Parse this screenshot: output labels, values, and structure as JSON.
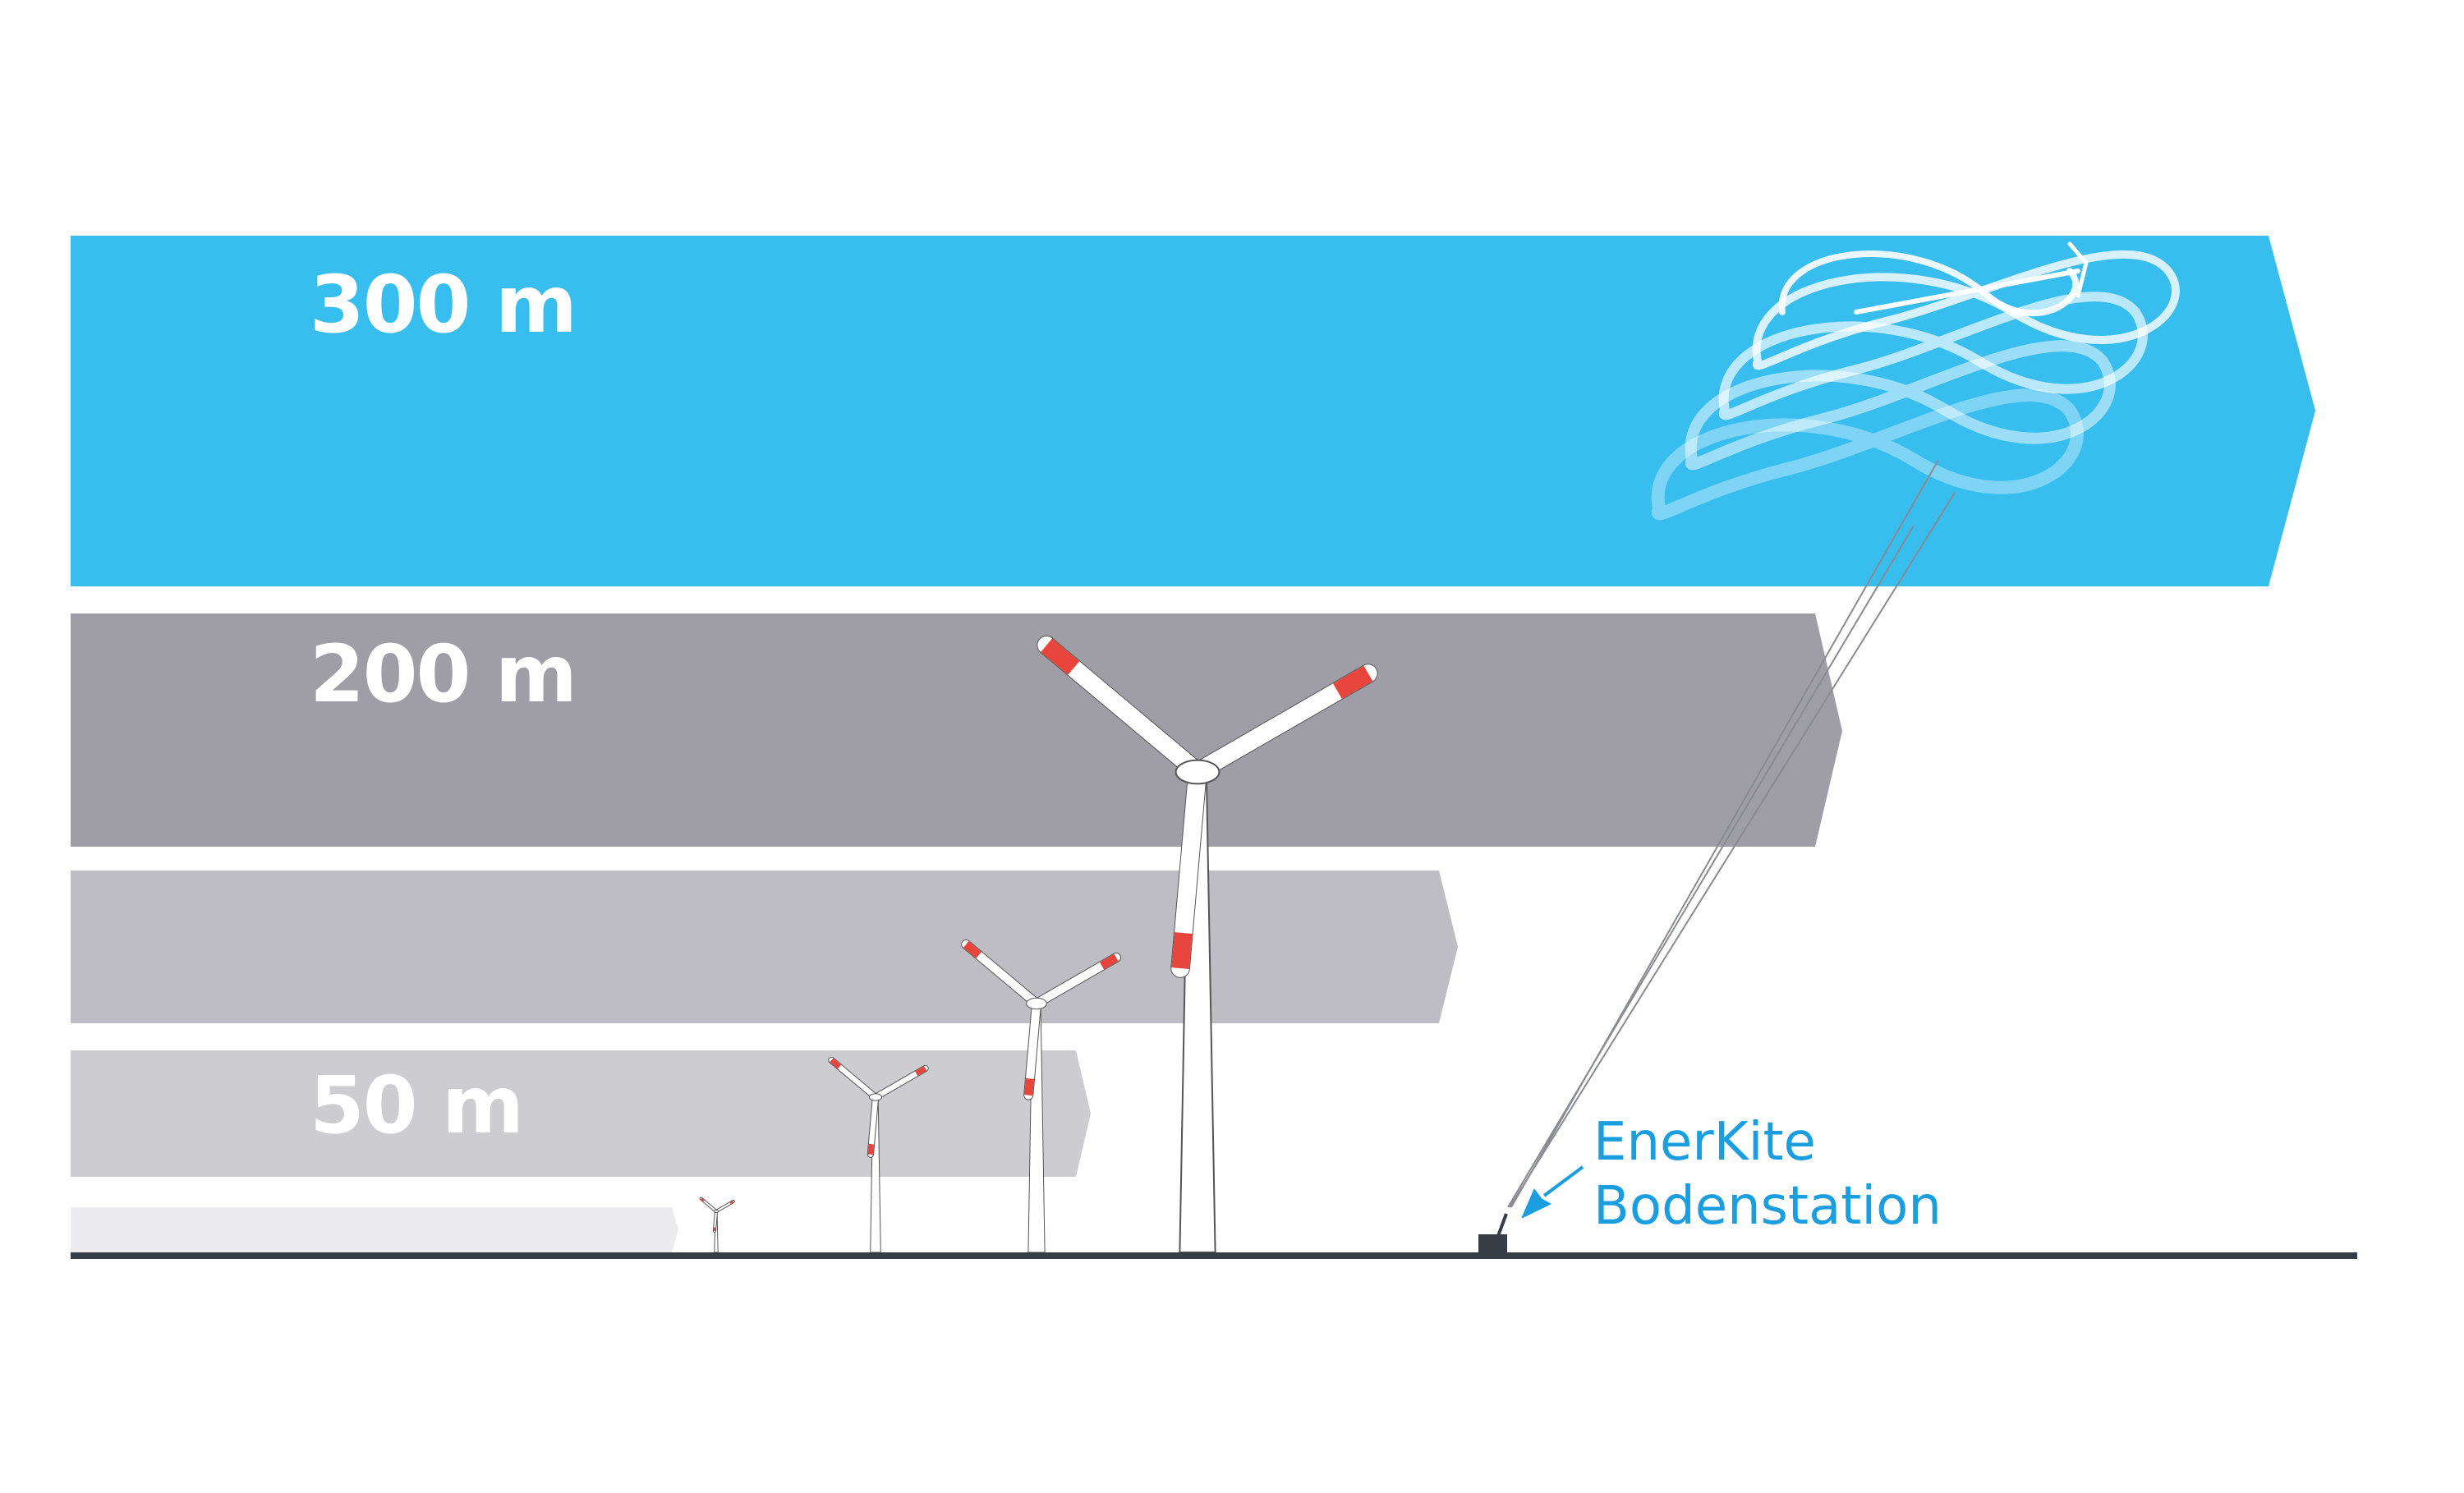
{
  "bands": [
    {
      "label": "300 m",
      "color": "#38bdef"
    },
    {
      "label": "200 m",
      "color": "#9f9ea7"
    },
    {
      "label": "",
      "color": "#bebdc3"
    },
    {
      "label": "50 m",
      "color": "#cdcdd1"
    },
    {
      "label": "",
      "color": "#ececee"
    }
  ],
  "callout": {
    "line1": "EnerKite",
    "line2": "Bodenstation",
    "color": "#1a9ee0"
  },
  "colors": {
    "ground": "#373d47",
    "blade_tip": "#e8453c"
  }
}
